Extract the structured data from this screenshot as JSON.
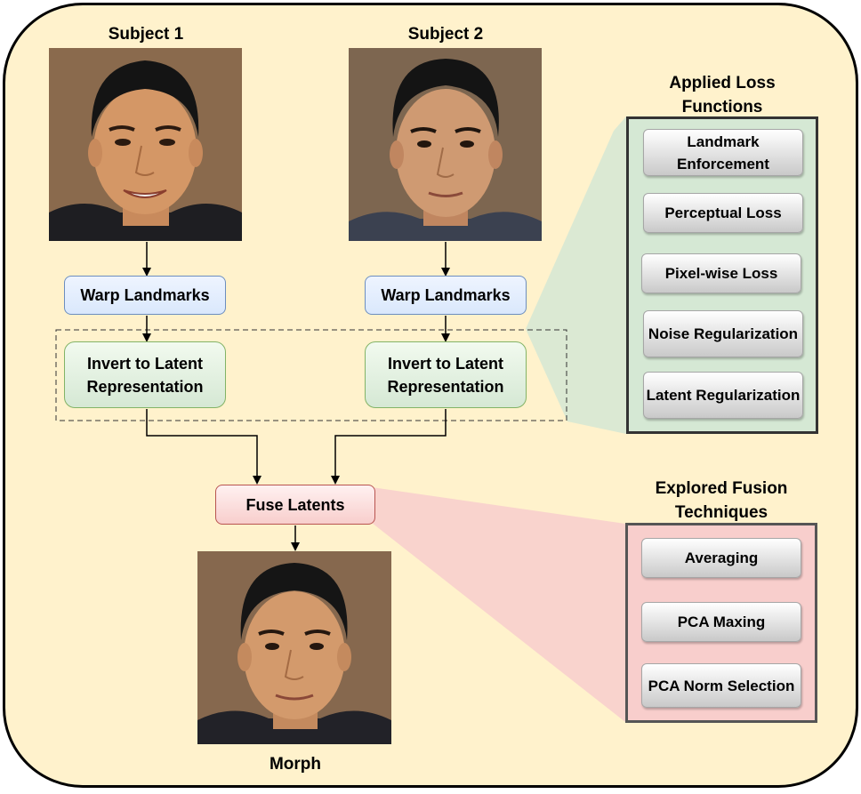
{
  "subjects": {
    "subject1": "Subject 1",
    "subject2": "Subject 2",
    "morph": "Morph"
  },
  "pipeline": {
    "warp_left": "Warp Landmarks",
    "warp_right": "Warp Landmarks",
    "invert_left": "Invert to Latent Representation",
    "invert_right": "Invert to Latent Representation",
    "fuse": "Fuse Latents"
  },
  "loss_panel": {
    "title": "Applied Loss Functions",
    "items": [
      "Landmark Enforcement",
      "Perceptual Loss",
      "Pixel-wise Loss",
      "Noise Regularization",
      "Latent Regularization"
    ]
  },
  "fusion_panel": {
    "title": "Explored Fusion Techniques",
    "items": [
      "Averaging",
      "PCA Maxing",
      "PCA Norm Selection"
    ]
  },
  "colors": {
    "background": "#fff2cc",
    "loss_panel_fill": "#d5e8d4",
    "fusion_panel_fill": "#f8cecc",
    "warp_fill": "#dae8fc",
    "invert_fill": "#d5e8d4",
    "fuse_fill": "#f8cecc"
  }
}
